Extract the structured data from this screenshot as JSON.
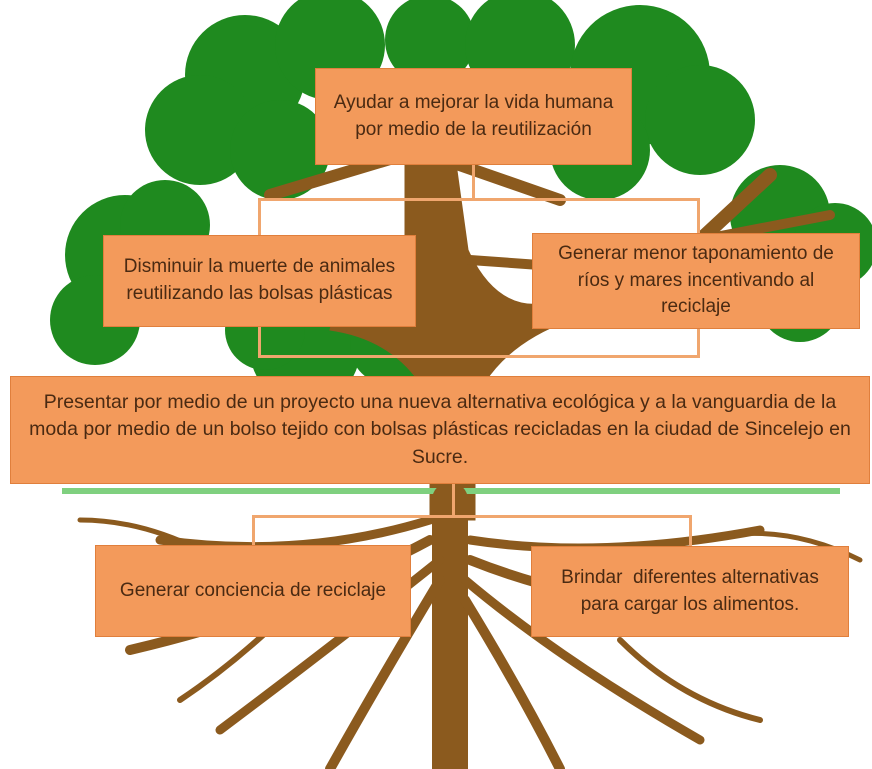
{
  "diagram": {
    "type": "problem-tree",
    "colors": {
      "box_fill": "#f39a5b",
      "box_border": "#e07f3c",
      "text": "#4a2a12",
      "connector": "#f0a66e",
      "trunk": "#8b5a1e",
      "foliage": "#1f8a1f",
      "ground": "#7fd07f"
    },
    "icons": [
      "tree-foliage",
      "tree-trunk",
      "tree-roots"
    ],
    "effects": {
      "top": "Ayudar a mejorar la vida humana por medio de la reutilización",
      "left": "Disminuir la muerte de animales reutilizando las bolsas plásticas",
      "right": "Generar menor taponamiento de ríos y mares incentivando al reciclaje"
    },
    "central_problem": "Presentar por medio de un proyecto una nueva alternativa ecológica y a la vanguardia de la moda por medio de un bolso tejido con bolsas plásticas recicladas en la ciudad de Sincelejo en Sucre.",
    "causes": {
      "left": "Generar conciencia de reciclaje",
      "right": "Brindar  diferentes alternativas  para cargar los alimentos."
    }
  }
}
